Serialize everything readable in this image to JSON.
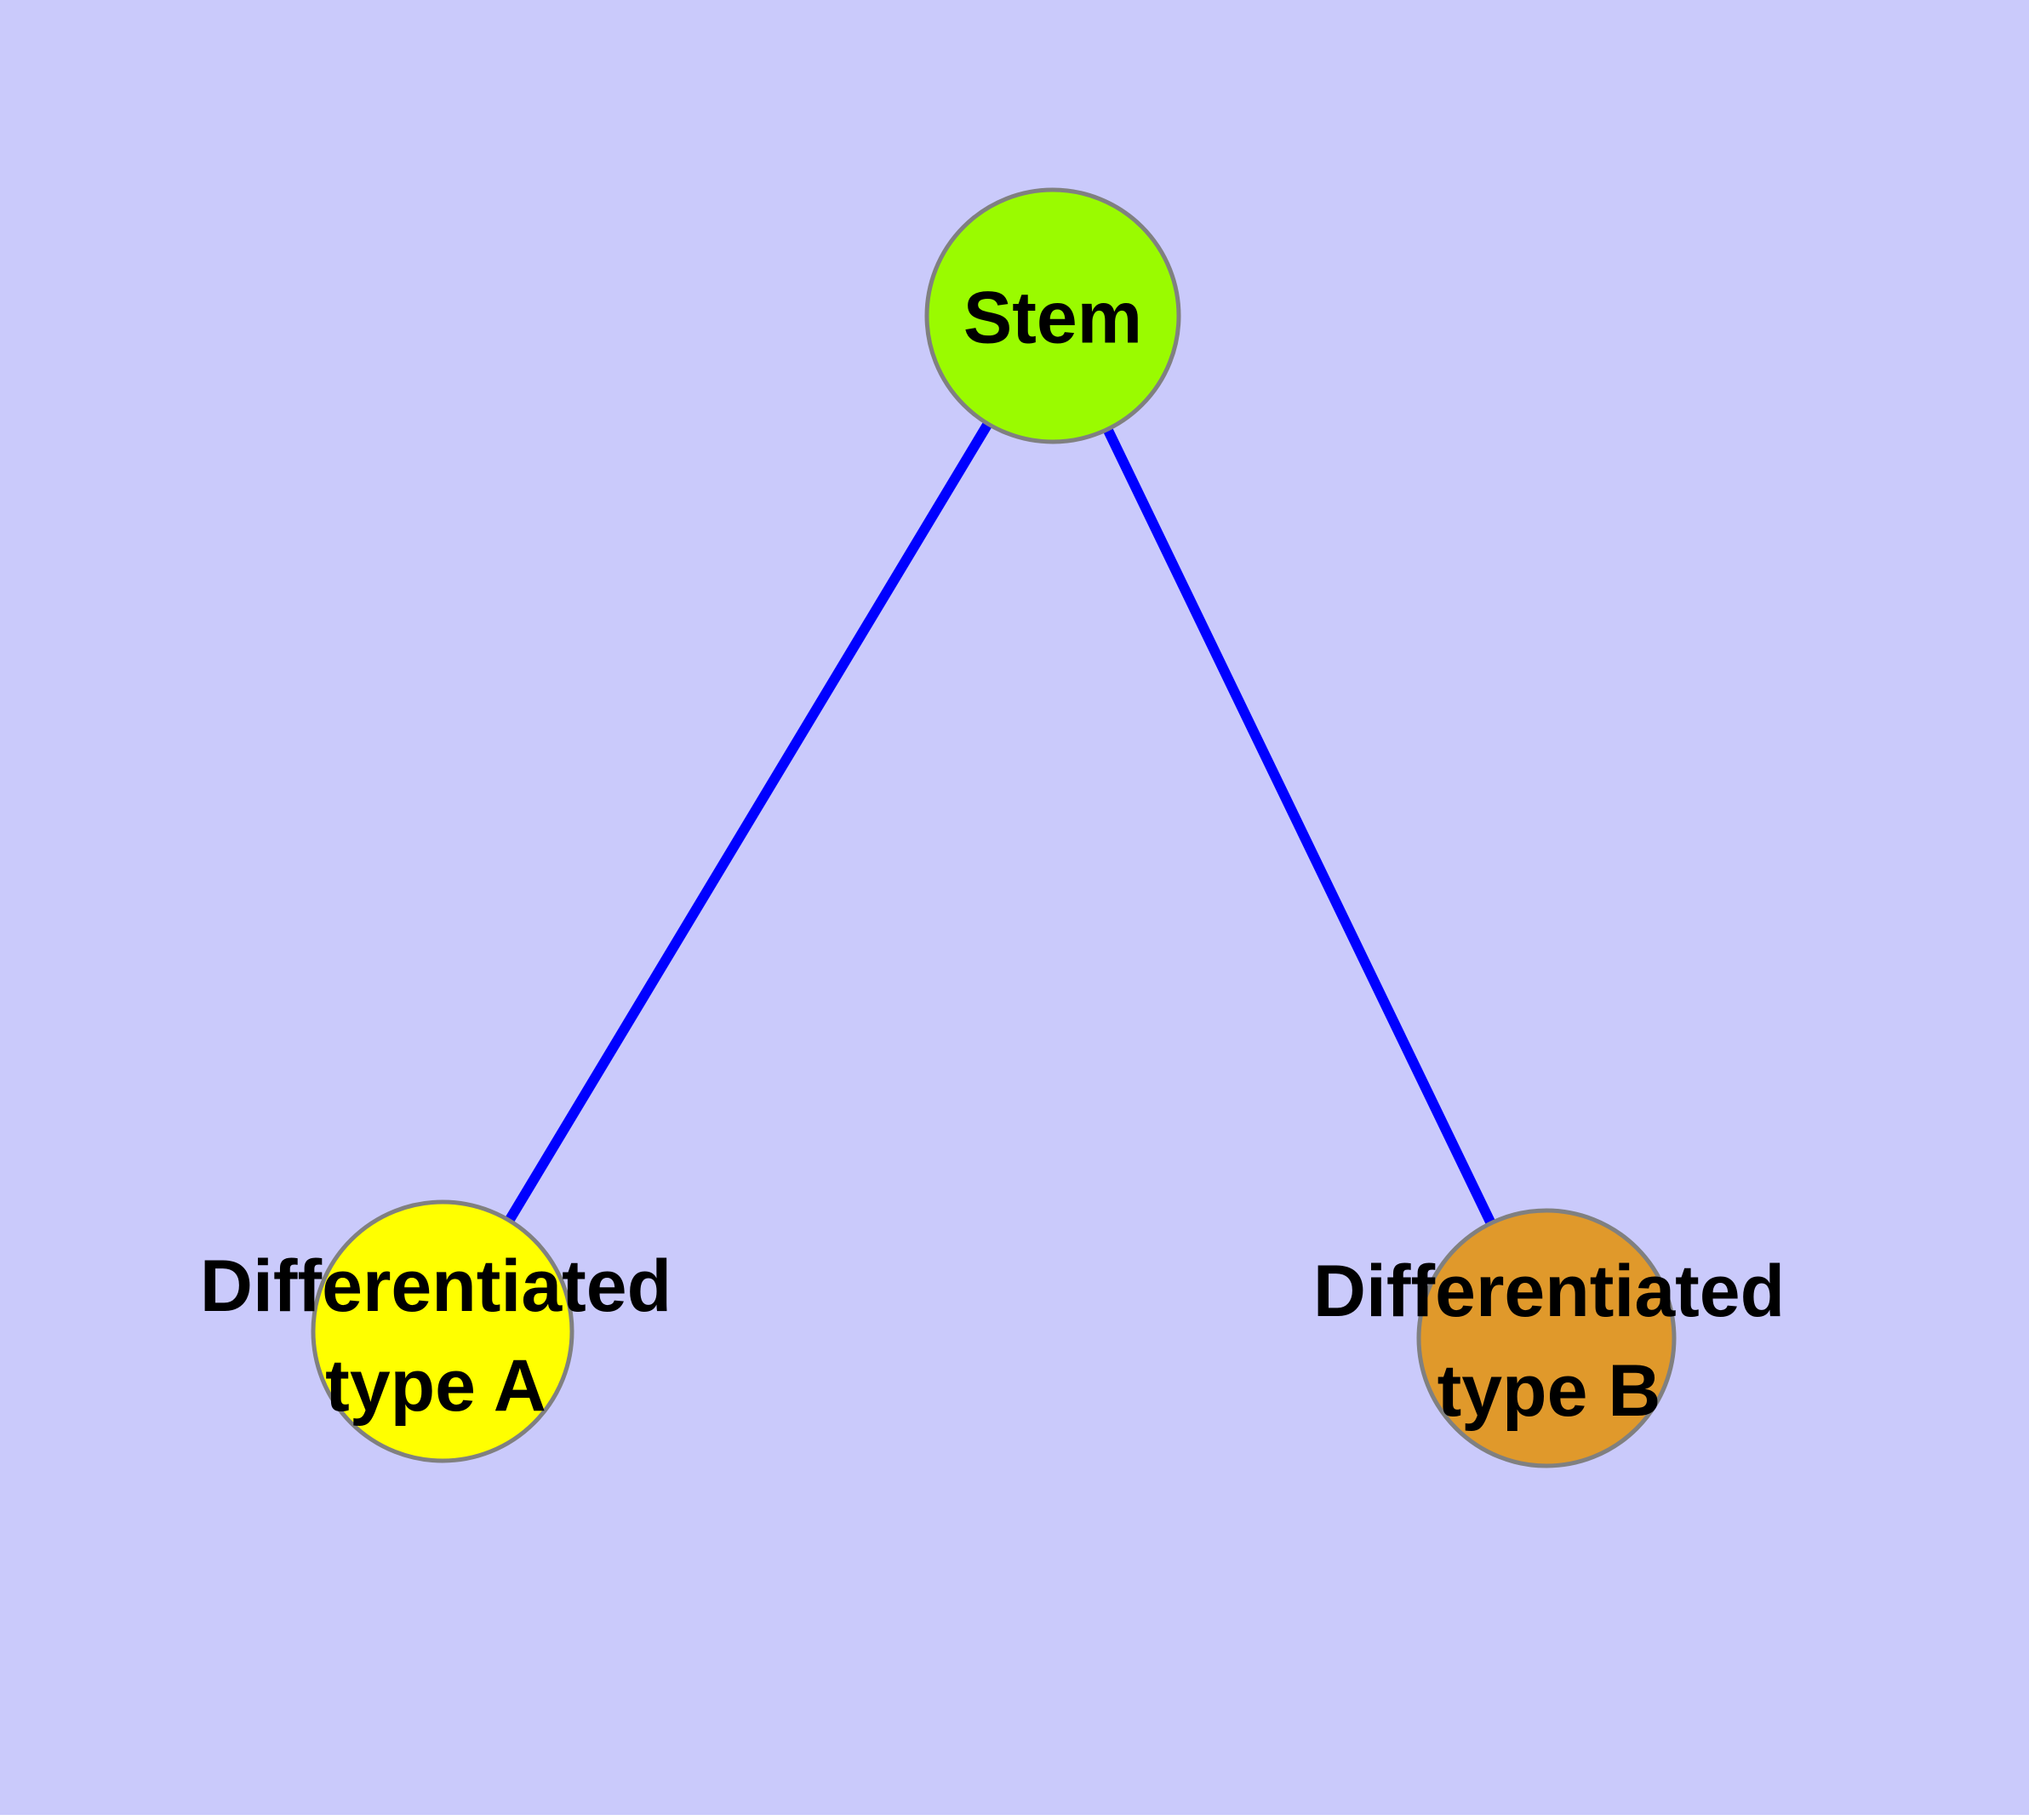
{
  "canvas": {
    "background_color": "#CACAFB",
    "bottom_strip_color": "#FFFFFF"
  },
  "diagram": {
    "type": "node-link graph",
    "edge_style": {
      "color": "#0000FF",
      "width": 12
    },
    "node_style": {
      "border_color": "#808080",
      "border_width": 5,
      "label_color": "#000000"
    },
    "nodes": {
      "stem": {
        "label": "Stem",
        "fill": "#9AFB00"
      },
      "type_a": {
        "label": "Differentiated type A",
        "label_line1": "Differentiated",
        "label_line2": "type A",
        "fill": "#FFFF00"
      },
      "type_b": {
        "label": "Differentiated type B",
        "label_line1": "Differentiated",
        "label_line2": "type B",
        "fill": "#E0992B"
      }
    },
    "edges": [
      {
        "from": "Stem",
        "to": "Differentiated type A"
      },
      {
        "from": "Stem",
        "to": "Differentiated type B"
      }
    ]
  }
}
